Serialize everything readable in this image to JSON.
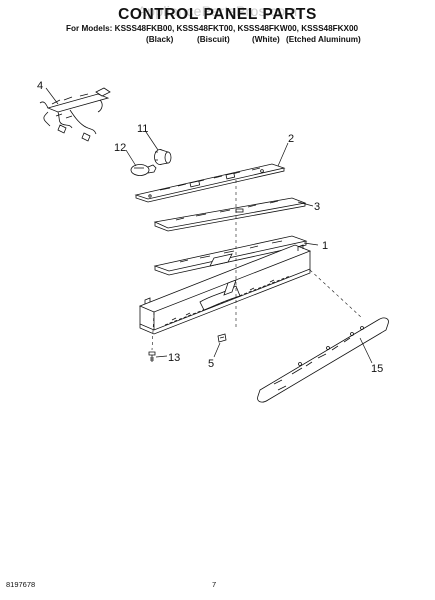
{
  "watermark": "AppliancePartsPros.com",
  "title": "CONTROL PANEL PARTS",
  "models_line": "For Models: KSSS48FKB00, KSSS48FKT00, KSSS48FKW00, KSSS48FKX00",
  "colors": [
    "(Black)",
    "(Biscuit)",
    "(White)",
    "(Etched Aluminum)"
  ],
  "callouts": [
    "4",
    "11",
    "12",
    "2",
    "3",
    "1",
    "13",
    "5",
    "15"
  ],
  "footer": {
    "doc_number": "8197678",
    "page": "7"
  }
}
